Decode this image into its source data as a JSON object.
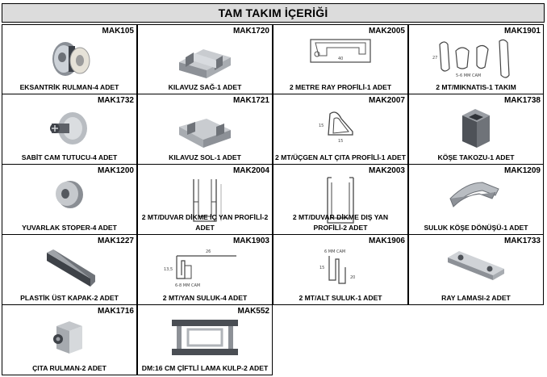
{
  "title": "TAM TAKIM İÇERİĞİ",
  "items": [
    {
      "code": "MAK105",
      "label": "EKSANTRİK RULMAN-4 ADET",
      "icon": "eccentric-bearing-icon"
    },
    {
      "code": "MAK1720",
      "label": "KILAVUZ SAĞ-1 ADET",
      "icon": "guide-right-icon"
    },
    {
      "code": "MAK2005",
      "label": "2 METRE RAY PROFİLİ-1 ADET",
      "icon": "rail-profile-icon"
    },
    {
      "code": "MAK1901",
      "label": "2 MT/MIKNATIS-1 TAKIM",
      "icon": "magnet-profile-icon"
    },
    {
      "code": "MAK1732",
      "label": "SABİT CAM TUTUCU-4 ADET",
      "icon": "glass-holder-icon"
    },
    {
      "code": "MAK1721",
      "label": "KILAVUZ SOL-1 ADET",
      "icon": "guide-left-icon"
    },
    {
      "code": "MAK2007",
      "label": "2 MT/ÜÇGEN ALT ÇITA PROFİLİ-1 ADET",
      "icon": "triangle-profile-icon"
    },
    {
      "code": "MAK1738",
      "label": "KÖŞE TAKOZU-1 ADET",
      "icon": "corner-block-icon"
    },
    {
      "code": "MAK1200",
      "label": "YUVARLAK STOPER-4 ADET",
      "icon": "round-stopper-icon"
    },
    {
      "code": "MAK2004",
      "label": "2 MT/DUVAR DİKME İÇ YAN PROFİLİ-2 ADET",
      "icon": "wall-inner-profile-icon"
    },
    {
      "code": "MAK2003",
      "label": "2 MT/DUVAR DİKME DIŞ YAN PROFİLİ-2 ADET",
      "icon": "wall-outer-profile-icon"
    },
    {
      "code": "MAK1209",
      "label": "SULUK KÖŞE DÖNÜŞÜ-1 ADET",
      "icon": "drip-corner-icon"
    },
    {
      "code": "MAK1227",
      "label": "PLASTİK ÜST KAPAK-2 ADET",
      "icon": "top-cap-icon"
    },
    {
      "code": "MAK1903",
      "label": "2 MT/YAN SULUK-4 ADET",
      "icon": "side-drip-icon"
    },
    {
      "code": "MAK1906",
      "label": "2 MT/ALT SULUK-1 ADET",
      "icon": "bottom-drip-icon"
    },
    {
      "code": "MAK1733",
      "label": "RAY LAMASI-2 ADET",
      "icon": "rail-plate-icon"
    },
    {
      "code": "MAK1716",
      "label": "ÇITA RULMAN-2 ADET",
      "icon": "strip-bearing-icon"
    },
    {
      "code": "MAK552",
      "label": "DM:16 CM ÇİFTLİ LAMA KULP-2 ADET",
      "icon": "double-handle-icon"
    }
  ],
  "dimension_labels": {
    "rail": "40",
    "magnet_height": "27",
    "magnet_cam": "5-6 MM CAM",
    "triangle_height": "15",
    "triangle_width": "15",
    "side_drip_length": "26",
    "side_drip_height": "13,5",
    "side_drip_cam": "6-8 MM CAM",
    "bottom_drip_cam": "6 MM CAM",
    "bottom_drip_left": "15",
    "bottom_drip_right": "20"
  }
}
